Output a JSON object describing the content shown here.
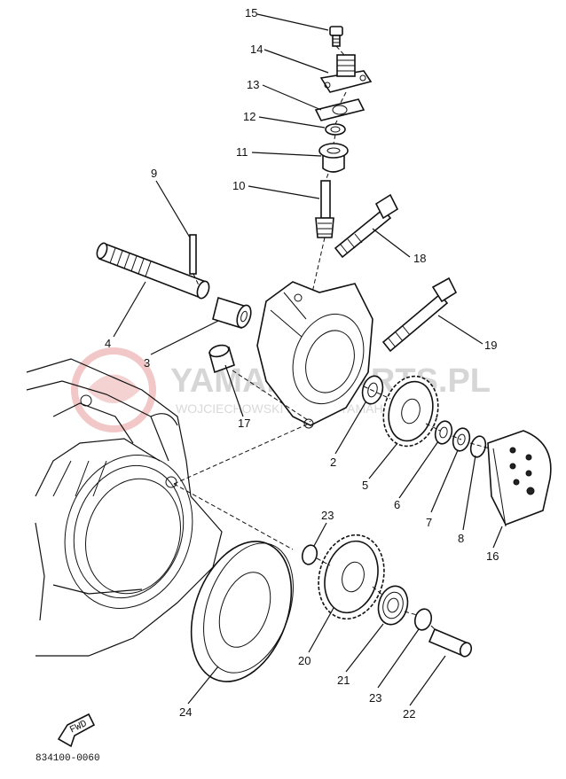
{
  "callouts": [
    {
      "id": "c15",
      "label": "15"
    },
    {
      "id": "c14",
      "label": "14"
    },
    {
      "id": "c13",
      "label": "13"
    },
    {
      "id": "c12",
      "label": "12"
    },
    {
      "id": "c11",
      "label": "11"
    },
    {
      "id": "c10",
      "label": "10"
    },
    {
      "id": "c9",
      "label": "9"
    },
    {
      "id": "c18",
      "label": "18"
    },
    {
      "id": "c19",
      "label": "19"
    },
    {
      "id": "c4",
      "label": "4"
    },
    {
      "id": "c3",
      "label": "3"
    },
    {
      "id": "c17",
      "label": "17"
    },
    {
      "id": "c2",
      "label": "2"
    },
    {
      "id": "c5",
      "label": "5"
    },
    {
      "id": "c6",
      "label": "6"
    },
    {
      "id": "c7",
      "label": "7"
    },
    {
      "id": "c8",
      "label": "8"
    },
    {
      "id": "c16",
      "label": "16"
    },
    {
      "id": "c23a",
      "label": "23"
    },
    {
      "id": "c20",
      "label": "20"
    },
    {
      "id": "c21",
      "label": "21"
    },
    {
      "id": "c23b",
      "label": "23"
    },
    {
      "id": "c22",
      "label": "22"
    },
    {
      "id": "c24",
      "label": "24"
    }
  ],
  "watermark": {
    "main": "YAMAHA-PARTS.PL",
    "sub": "WOJCIECHOWSKI DEALER YAMAHA"
  },
  "fwd_label": "FWD",
  "diagram_code": "834100-0060"
}
